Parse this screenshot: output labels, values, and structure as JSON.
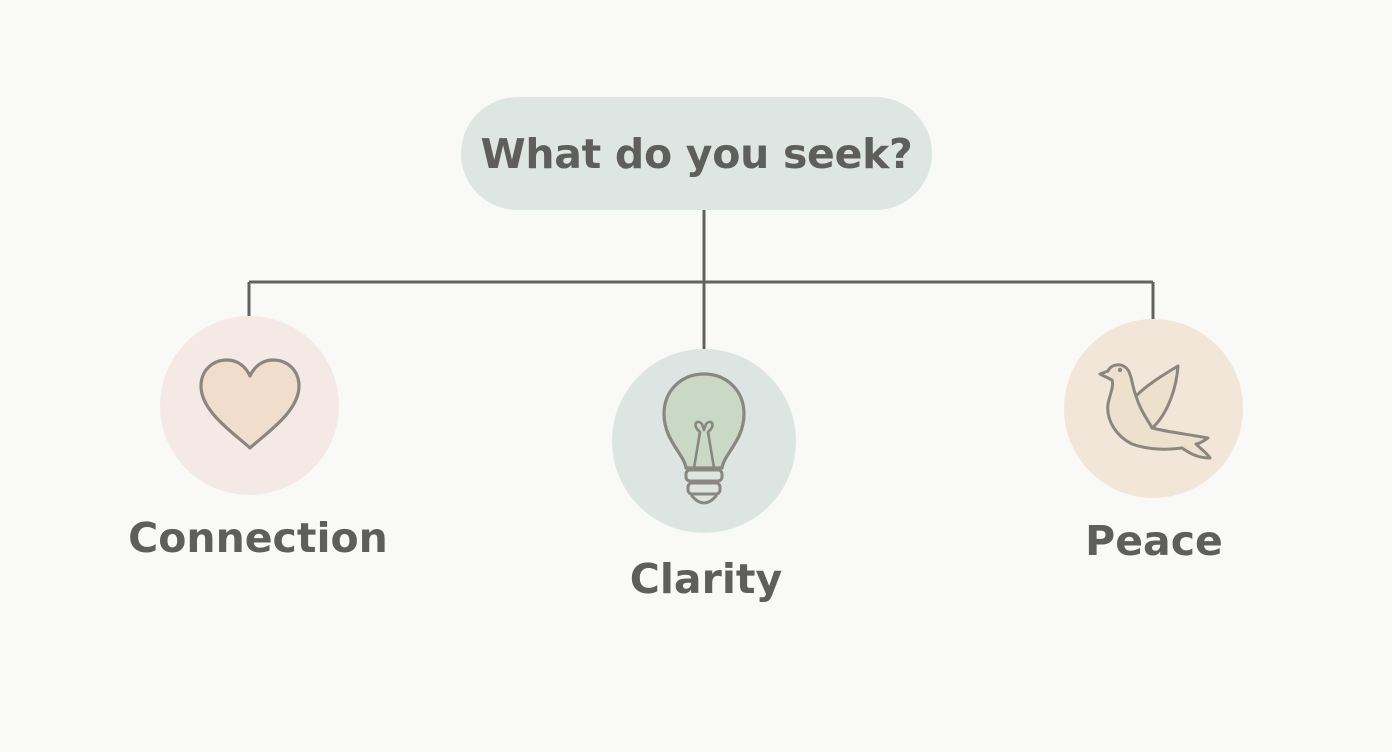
{
  "question": {
    "text": "What do you seek?"
  },
  "options": [
    {
      "label": "Connection",
      "icon": "heart-icon",
      "circle_color": "#f4e9e5",
      "icon_fill": "#f0ddcc"
    },
    {
      "label": "Clarity",
      "icon": "lightbulb-icon",
      "circle_color": "#dde5e2",
      "icon_fill": "#c9d9c5"
    },
    {
      "label": "Peace",
      "icon": "dove-icon",
      "circle_color": "#f1e6d8",
      "icon_fill": "#ede0cd"
    }
  ],
  "colors": {
    "background": "#f9f9f8",
    "pill": "#dde6e3",
    "line": "#626262",
    "icon_stroke": "#8a8780",
    "text": "#5e5e5c"
  }
}
